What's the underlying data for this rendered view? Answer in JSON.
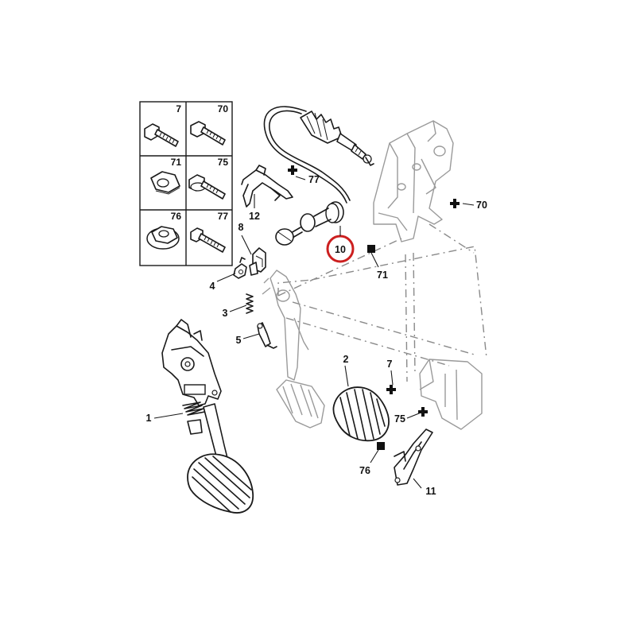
{
  "legend": {
    "cells": [
      {
        "code": "7"
      },
      {
        "code": "70"
      },
      {
        "code": "71"
      },
      {
        "code": "75"
      },
      {
        "code": "76"
      },
      {
        "code": "77"
      }
    ]
  },
  "callouts": {
    "c1": "1",
    "c2": "2",
    "c3": "3",
    "c4": "4",
    "c5": "5",
    "c7": "7",
    "c8": "8",
    "c10": "10",
    "c11": "11",
    "c12": "12",
    "c70": "70",
    "c71": "71",
    "c75": "75",
    "c76": "76",
    "c77": "77"
  },
  "highlight": {
    "part": "10",
    "color": "#cc1f1f"
  }
}
